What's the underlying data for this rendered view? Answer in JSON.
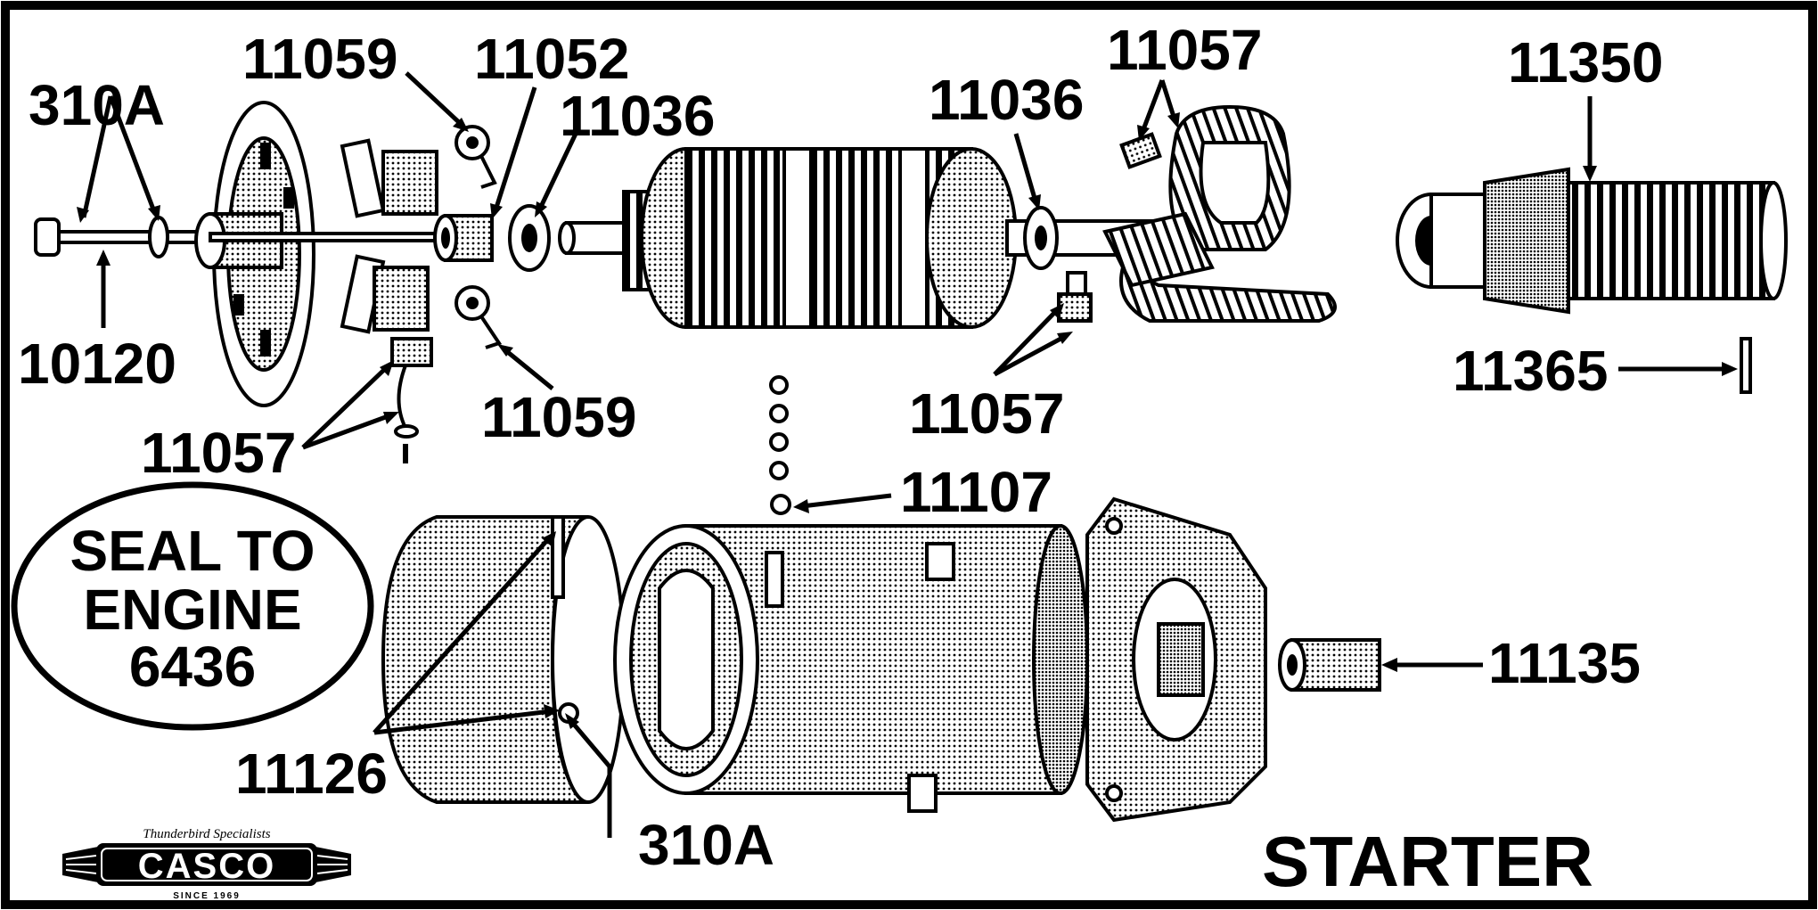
{
  "title": "STARTER",
  "seal_note": {
    "line1": "SEAL TO",
    "line2": "ENGINE",
    "line3": "6436"
  },
  "logo": {
    "tagline": "Thunderbird Specialists",
    "wordmark": "CASCO",
    "since": "SINCE 1969"
  },
  "labels": {
    "p310a_top": "310A",
    "p10120": "10120",
    "p11059_top": "11059",
    "p11052": "11052",
    "p11036_left": "11036",
    "p11036_right": "11036",
    "p11057_top": "11057",
    "p11350": "11350",
    "p11365": "11365",
    "p11057_right": "11057",
    "p11059_bottom": "11059",
    "p11057_left": "11057",
    "p11107": "11107",
    "p11135": "11135",
    "p11126": "11126",
    "p310a_bottom": "310A"
  }
}
